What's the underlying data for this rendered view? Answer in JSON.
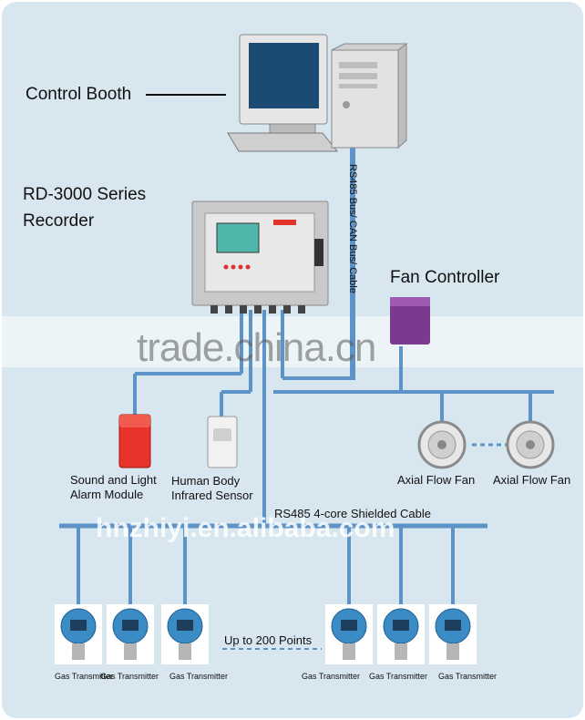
{
  "labels": {
    "control_booth": "Control Booth",
    "recorder_line1": "RD-3000 Series",
    "recorder_line2": "Recorder",
    "fan_controller": "Fan Controller",
    "bus_label": "RS485 Bus/ CAN Bus/ Cable",
    "alarm_line1": "Sound and Light",
    "alarm_line2": "Alarm Module",
    "sensor_line1": "Human Body",
    "sensor_line2": "Infrared Sensor",
    "fan_left": "Axial Flow Fan",
    "fan_right": "Axial Flow Fan",
    "shielded_cable": "RS485 4-core Shielded Cable",
    "points": "Up to 200 Points",
    "transmitters": [
      "Gas Transmitter",
      "Gas Transmitter",
      "Gas Transmitter",
      "Gas Transmitter",
      "Gas Transmitter",
      "Gas Transmitter"
    ]
  },
  "watermarks": {
    "primary": "trade.china.cn",
    "secondary": "hnzhiyi.en.alibaba.com"
  },
  "colors": {
    "background": "#d8e6ef",
    "line": "#5d93c7",
    "transmitter": "#3b8bc5",
    "alarm": "#e8322a",
    "fan_controller": "#7a3a8e"
  }
}
